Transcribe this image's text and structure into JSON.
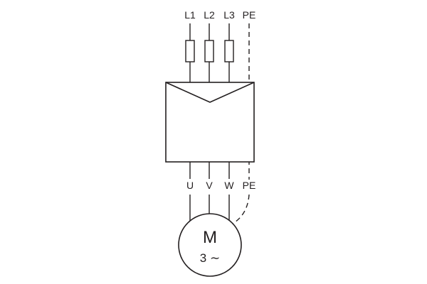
{
  "diagram": {
    "description": "Three-phase motor supply wiring diagram",
    "top_labels": [
      "L1",
      "L2",
      "L3",
      "PE"
    ],
    "bottom_labels": [
      "U",
      "V",
      "W",
      "PE"
    ],
    "motor": {
      "symbol": "M",
      "phase": "3 ∼"
    },
    "colors": {
      "line": "#231f20",
      "background": "#ffffff"
    }
  }
}
